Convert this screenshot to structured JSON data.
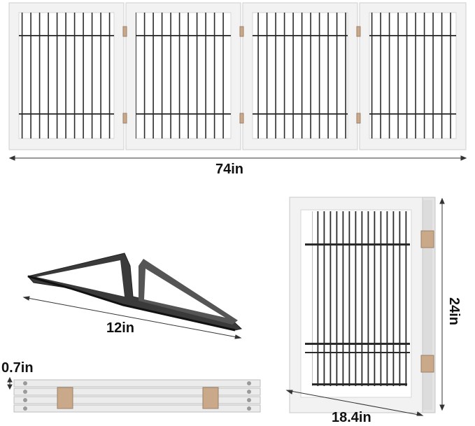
{
  "dimensions": {
    "width_label": "74in",
    "stand_length_label": "12in",
    "folded_thickness_label": "0.7in",
    "folded_height_label": "24in",
    "folded_width_label": "18.4in"
  },
  "colors": {
    "frame": "#f1f1f1",
    "frame_edge": "#cfcfcf",
    "wire": "#2a2a2a",
    "stand": "#444444",
    "hinge": "#c9a98a",
    "text": "#111111"
  },
  "product": {
    "panel_count": 4
  }
}
